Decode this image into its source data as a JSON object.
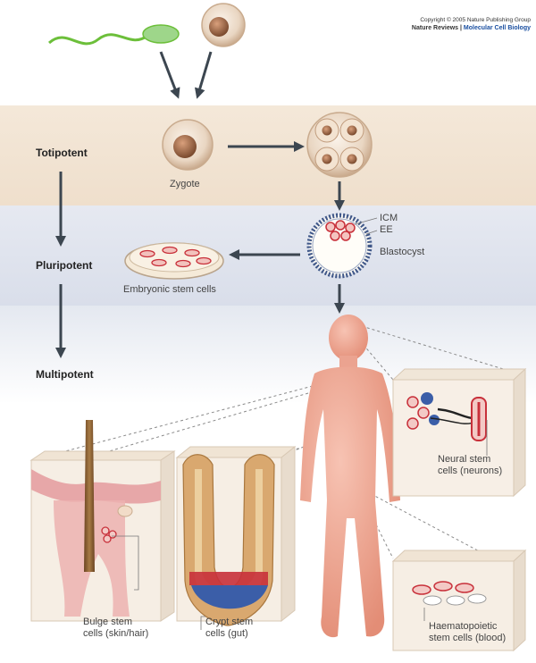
{
  "copyright": {
    "line1": "Copyright © 2005 Nature Publishing Group",
    "publisher": "Nature Reviews",
    "separator": " | ",
    "journal": "Molecular Cell Biology"
  },
  "levels": {
    "totipotent": "Totipotent",
    "pluripotent": "Pluripotent",
    "multipotent": "Multipotent"
  },
  "cells": {
    "zygote": "Zygote",
    "icm": "ICM",
    "ee": "EE",
    "blastocyst": "Blastocyst",
    "embryonic": "Embryonic stem cells",
    "neural_1": "Neural stem",
    "neural_2": "cells (neurons)",
    "bulge_1": "Bulge stem",
    "bulge_2": "cells (skin/hair)",
    "crypt_1": "Crypt stem",
    "crypt_2": "cells (gut)",
    "haem_1": "Haematopoietic",
    "haem_2": "stem cells (blood)"
  },
  "colors": {
    "band_totipotent": "#f1e3d2",
    "band_pluripotent": "#dfe3ee",
    "band_multipotent": "#e6e9f1",
    "arrow": "#3c4650",
    "skin": "#f0a995",
    "cell_red": "#c8303a",
    "cell_blue": "#3b5ea8"
  }
}
